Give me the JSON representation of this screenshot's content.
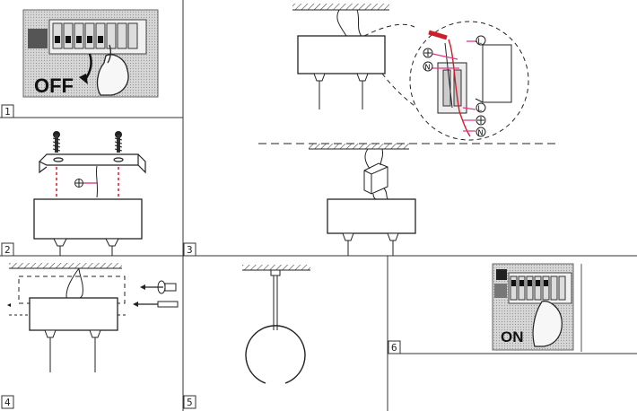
{
  "panels": [
    {
      "number": "1",
      "label_text": "OFF"
    },
    {
      "number": "2"
    },
    {
      "number": "3"
    },
    {
      "number": "4"
    },
    {
      "number": "5"
    },
    {
      "number": "6",
      "label_text": "ON"
    }
  ],
  "wire_symbols": {
    "live": "L",
    "neutral": "N",
    "earth": "⊕"
  },
  "colors": {
    "line": "#1a1a1a",
    "wire_red": "#cc1f2a",
    "wire_magenta": "#e0388a",
    "hatch": "#555555",
    "panel_bg": "#e8e8e8"
  }
}
